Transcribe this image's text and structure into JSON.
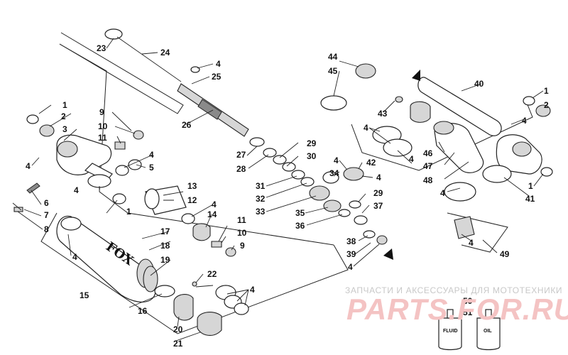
{
  "watermark": {
    "caption": "ЗАПЧАСТИ И АКСЕССУАРЫ ДЛЯ МОТОТЕХНИКИ",
    "logo": "PARTS.FOR.RU"
  },
  "brand_mark": "FOX",
  "bottles": {
    "fluid": "FLUID",
    "oil": "OIL"
  },
  "callouts": {
    "c1a": "1",
    "c2a": "2",
    "c3": "3",
    "c4a": "4",
    "c5": "5",
    "c4b": "4",
    "c6": "6",
    "c7": "7",
    "c8": "8",
    "c9a": "9",
    "c10a": "10",
    "c11a": "11",
    "c4c": "4",
    "c1b": "1",
    "c13": "13",
    "c12": "12",
    "c4d": "4",
    "c14": "14",
    "c11b": "11",
    "c10b": "10",
    "c9b": "9",
    "c17": "17",
    "c18": "18",
    "c19": "19",
    "c4e": "4",
    "c15": "15",
    "c16": "16",
    "c22": "22",
    "c23": "23",
    "c20": "20",
    "c21": "21",
    "c4f": "4",
    "c24": "24",
    "c4g": "4",
    "c25": "25",
    "c26": "26",
    "c27": "27",
    "c28": "28",
    "c29a": "29",
    "c30": "30",
    "c31": "31",
    "c32": "32",
    "c33": "33",
    "c34": "34",
    "c4h": "4",
    "c35": "35",
    "c36": "36",
    "c29b": "29",
    "c37": "37",
    "c38": "38",
    "c39": "39",
    "c4i": "4",
    "c42": "42",
    "c44": "44",
    "c45": "45",
    "c43": "43",
    "c4j": "4",
    "c4k": "4",
    "c46": "46",
    "c47": "47",
    "c48": "48",
    "c4l": "4",
    "c40": "40",
    "c1c": "1",
    "c2b": "2",
    "c4m": "4",
    "c1d": "1",
    "c41": "41",
    "c4n": "4",
    "c49": "49",
    "c50": "50",
    "c51": "51",
    "c4o": "4"
  }
}
